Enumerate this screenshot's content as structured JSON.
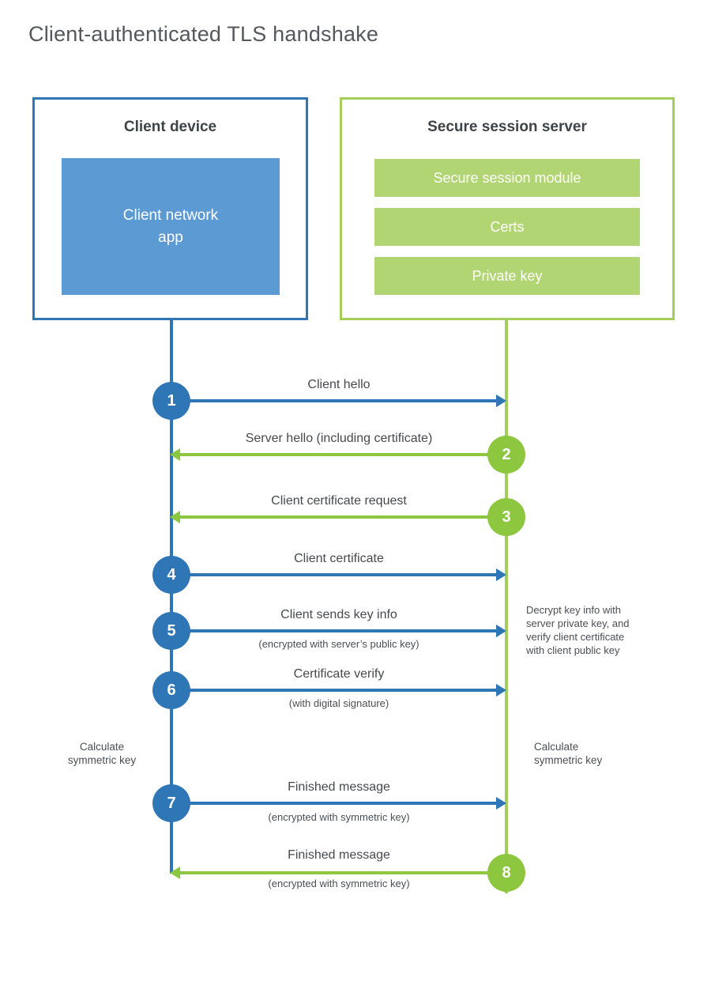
{
  "page": {
    "title": "Client-authenticated TLS handshake"
  },
  "colors": {
    "blue": "#2e76b5",
    "blue_fill": "#5b9ad3",
    "green": "#8dc63f",
    "green_border": "#a3ce5a",
    "green_fill": "#b2d573",
    "text": "#4a4f54"
  },
  "client_box": {
    "title": "Client device",
    "app_label": "Client network\napp"
  },
  "server_box": {
    "title": "Secure session server",
    "modules": [
      "Secure session module",
      "Certs",
      "Private key"
    ]
  },
  "messages": [
    {
      "step": "1",
      "from": "client",
      "direction": "right",
      "label": "Client hello",
      "sub": ""
    },
    {
      "step": "2",
      "from": "server",
      "direction": "left",
      "label": "Server hello (including certificate)",
      "sub": ""
    },
    {
      "step": "3",
      "from": "server",
      "direction": "left",
      "label": "Client certificate request",
      "sub": ""
    },
    {
      "step": "4",
      "from": "client",
      "direction": "right",
      "label": "Client certificate",
      "sub": ""
    },
    {
      "step": "5",
      "from": "client",
      "direction": "right",
      "label": "Client sends key info",
      "sub": "(encrypted with server’s public key)"
    },
    {
      "step": "6",
      "from": "client",
      "direction": "right",
      "label": "Certificate verify",
      "sub": "(with digital signature)"
    },
    {
      "step": "7",
      "from": "client",
      "direction": "right",
      "label": "Finished message",
      "sub": "(encrypted with symmetric key)"
    },
    {
      "step": "8",
      "from": "server",
      "direction": "left",
      "label": "Finished message",
      "sub": "(encrypted with symmetric key)"
    }
  ],
  "notes": {
    "decrypt_note": "Decrypt key info with\nserver private key, and\nverify client certificate\nwith client public key",
    "calc_left": "Calculate\nsymmetric key",
    "calc_right": "Calculate\nsymmetric key"
  }
}
